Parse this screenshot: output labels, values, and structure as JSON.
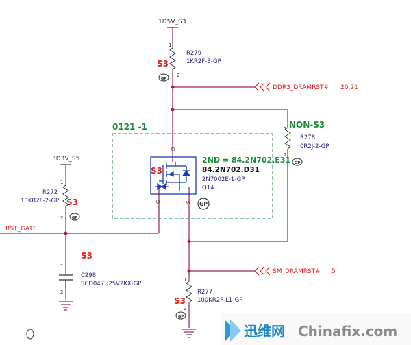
{
  "nets": {
    "vcc_1d5": "1D5V_S3",
    "vcc_3d3": "3D3V_S5",
    "ddr3_rst": "DDR3_DRAMRST#",
    "ddr3_rst_ref": "20,21",
    "sm_rst": "SM_DRAMRST#",
    "sm_rst_ref": "5",
    "rst_gate": "RST_GATE"
  },
  "components": {
    "r279": {
      "ref": "R279",
      "value": "1KR2F-3-GP"
    },
    "r278": {
      "ref": "R278",
      "value": "0R2J-2-GP"
    },
    "r272": {
      "ref": "R272",
      "value": "10KR2F-2-GP"
    },
    "r277": {
      "ref": "R277",
      "value": "100KR2F-L1-GP"
    },
    "c298": {
      "ref": "C298",
      "value": "SCD047U25V2KX-GP"
    },
    "q14": {
      "ref": "Q14",
      "value": "2N7002E-1-GP",
      "second_source": "2ND = 84.2N702.E31",
      "part_no": "84.2N702.D31"
    }
  },
  "labels": {
    "s3": "S3",
    "non_s3": "NON-S3",
    "group": "0121 -1",
    "gp": "GP",
    "pin_d": "D",
    "pin_g": "G",
    "pin_s": "S",
    "pin_1": "1",
    "pin_2": "2"
  },
  "watermark": {
    "cn": "迅维网",
    "en": "Chinafix.com"
  },
  "colors": {
    "wire": "#a02050",
    "s3": "#e02020",
    "green": "#1a8a3a",
    "symbol": "#1a3fb0",
    "net_arrow": "#d81b1b"
  }
}
